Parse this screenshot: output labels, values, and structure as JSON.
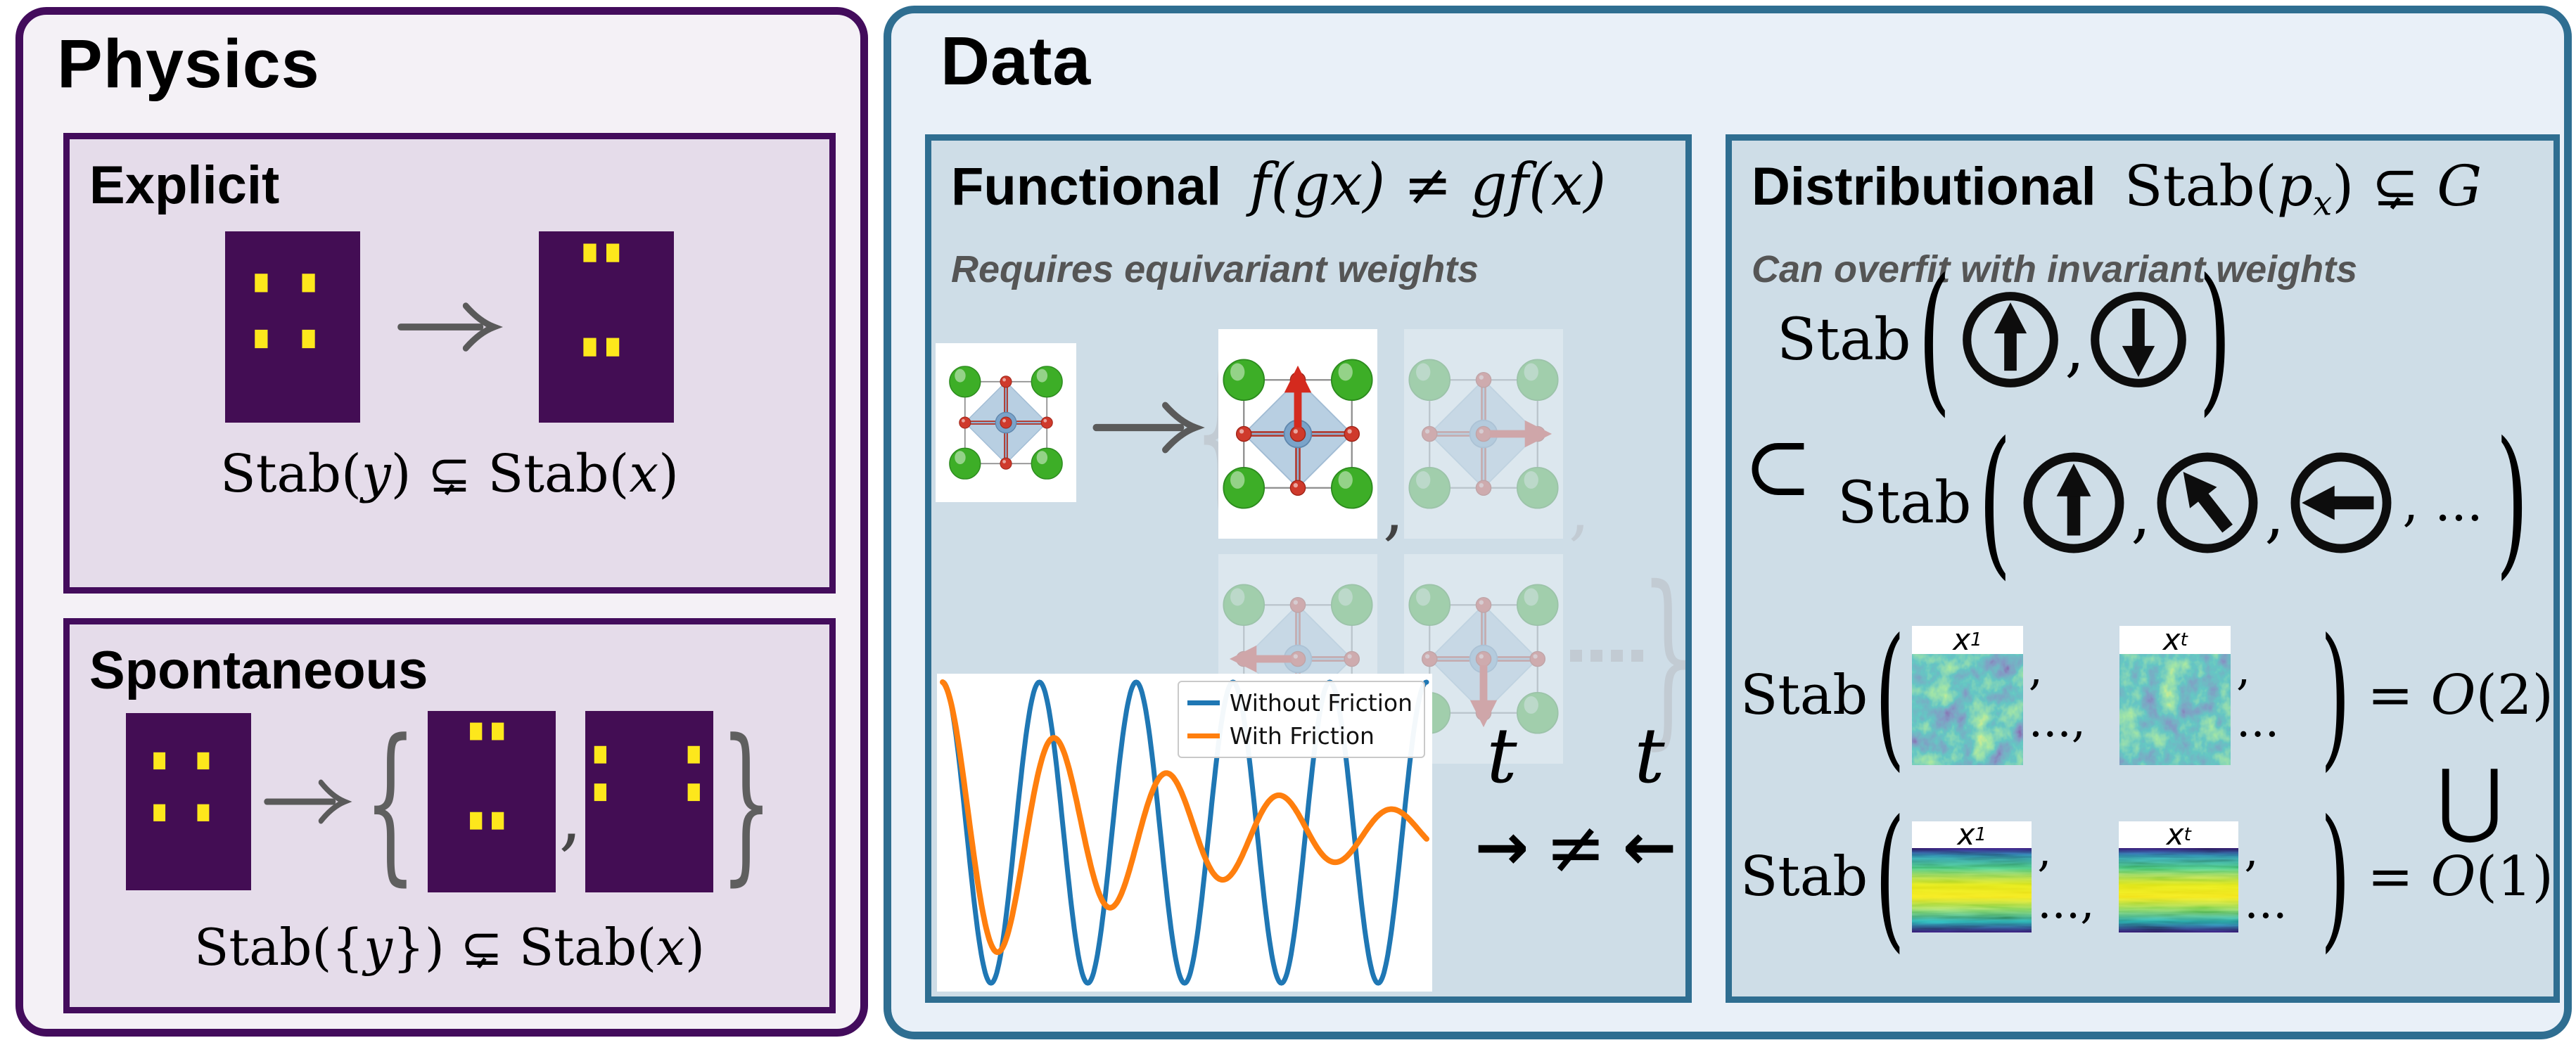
{
  "colors": {
    "accent_purple": "#430c5c",
    "purple_bg_outer": "#f4f1f6",
    "purple_bg_inner": "#e5dcea",
    "accent_teal": "#2f6e91",
    "teal_bg_outer": "#e9f0f8",
    "teal_bg_inner": "#cedde7",
    "lattice_purple": "#430d54",
    "lattice_yellow": "#fde71c",
    "note_gray": "#555555",
    "arrow_gray": "#5a5a5a",
    "faded_gray": "#c2cbd3",
    "mpl_blue": "#1f77b4",
    "mpl_orange": "#ff7f0e"
  },
  "symbols": {
    "comma": ",",
    "ellipsis": "...",
    "brace_open": "{",
    "brace_close": "}",
    "paren_open": "(",
    "paren_close": ")",
    "subset": "⊂",
    "union": "⋃",
    "neq": "≠",
    "arrow_right": "→",
    "arrow_left": "←"
  },
  "physics": {
    "title": "Physics",
    "explicit": {
      "label": "Explicit",
      "formula": [
        "Stab(",
        "y",
        ") ⊊ Stab(",
        "x",
        ")"
      ],
      "input_pattern": "spread",
      "output_pattern": "vertical-pairs"
    },
    "spontaneous": {
      "label": "Spontaneous",
      "formula": [
        "Stab({",
        "y",
        "}) ⊊ Stab(",
        "x",
        ")"
      ],
      "input_pattern": "spread",
      "output_patterns": [
        "vertical-pairs",
        "horizontal-pairs"
      ]
    }
  },
  "data_panel": {
    "title": "Data",
    "functional": {
      "label": "Functional",
      "formula": [
        "f(gx)",
        " ≠ ",
        "gf(x)"
      ],
      "note": "Requires equivariant weights",
      "outcome_arrows": [
        "up",
        "right",
        "left",
        "down"
      ],
      "trailing_dots": "....",
      "time_relation": {
        "t_left": "t",
        "t_right": "t",
        "arrow_right": "→",
        "neq": "≠",
        "arrow_left": "←"
      }
    },
    "distributional": {
      "label": "Distributional",
      "formula": [
        "Stab(",
        "p",
        "x",
        ") ⊊ ",
        "G"
      ],
      "note": "Can overfit with invariant weights",
      "row1": {
        "prefix": "Stab",
        "spins": [
          "up",
          "down"
        ]
      },
      "row2": {
        "subset": "⊂",
        "prefix": "Stab",
        "spins": [
          "up",
          "up-left",
          "left"
        ],
        "trailing": ", ..."
      },
      "row3": {
        "prefix": "Stab",
        "x1": {
          "base": "x",
          "sub": "1"
        },
        "xt": {
          "base": "x",
          "sub": "t"
        },
        "sep_mid": ", ...,",
        "sep_end": ", ...",
        "result": [
          "= ",
          "O",
          "(2)"
        ],
        "texture": "isotropic-turbulence"
      },
      "union": "⋃",
      "row4": {
        "prefix": "Stab",
        "x1": {
          "base": "x",
          "sub": "1"
        },
        "xt": {
          "base": "x",
          "sub": "t"
        },
        "sep_mid": ", ...,",
        "sep_end": ", ...",
        "result": [
          "= ",
          "O",
          "(1)"
        ],
        "texture": "stratified-turbulence"
      }
    }
  },
  "chart_data": {
    "type": "line",
    "title": "",
    "xlabel": "",
    "ylabel": "",
    "axes_visible": false,
    "legend_position": "upper right",
    "x_range": [
      0,
      1
    ],
    "y_range": [
      -1.05,
      1.05
    ],
    "series": [
      {
        "name": "Without Friction",
        "color": "#1f77b4",
        "model": "cosine",
        "amplitude": 1.0,
        "cycles": 5.0,
        "damping": 0.0
      },
      {
        "name": "With Friction",
        "color": "#ff7f0e",
        "model": "damped-cosine",
        "amplitude": 1.0,
        "cycles": 4.3,
        "damping": 2.0
      }
    ]
  }
}
